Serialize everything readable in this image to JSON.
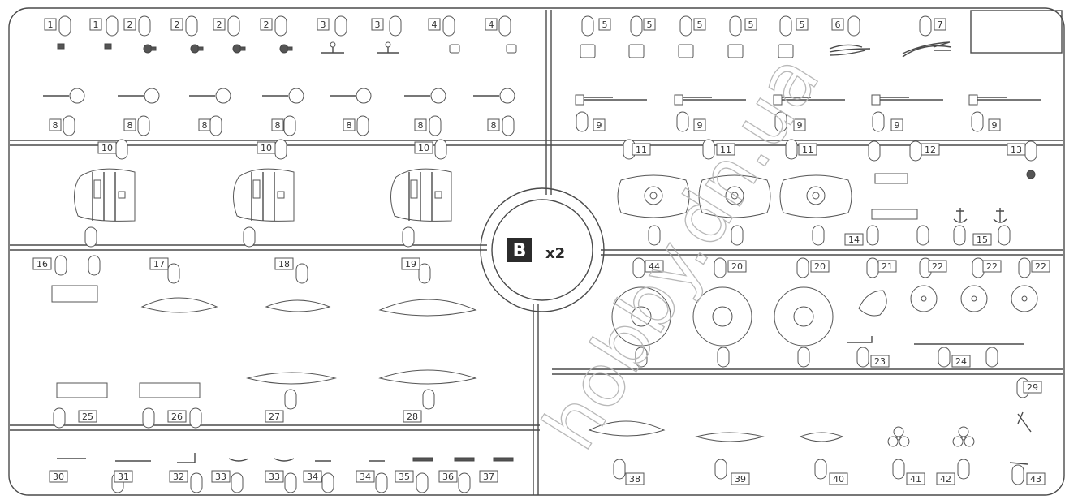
{
  "sprue": {
    "letter": "B",
    "multiplier": "x2",
    "watermark": "hobby.dn.ua"
  },
  "part_labels": {
    "p1": "1",
    "p2": "2",
    "p3": "3",
    "p4": "4",
    "p5": "5",
    "p6": "6",
    "p7": "7",
    "p8": "8",
    "p9": "9",
    "p10": "10",
    "p11": "11",
    "p12": "12",
    "p13": "13",
    "p14": "14",
    "p15": "15",
    "p16": "16",
    "p17": "17",
    "p18": "18",
    "p19": "19",
    "p20": "20",
    "p21": "21",
    "p22": "22",
    "p23": "23",
    "p24": "24",
    "p25": "25",
    "p26": "26",
    "p27": "27",
    "p28": "28",
    "p29": "29",
    "p30": "30",
    "p31": "31",
    "p32": "32",
    "p33": "33",
    "p34": "34",
    "p35": "35",
    "p36": "36",
    "p37": "37",
    "p38": "38",
    "p39": "39",
    "p40": "40",
    "p41": "41",
    "p42": "42",
    "p43": "43",
    "p44": "44"
  },
  "colors": {
    "frame": "#4a4a4a",
    "part": "#555555",
    "badge": "#2b2b2b",
    "watermark": "#b8b8b8"
  }
}
